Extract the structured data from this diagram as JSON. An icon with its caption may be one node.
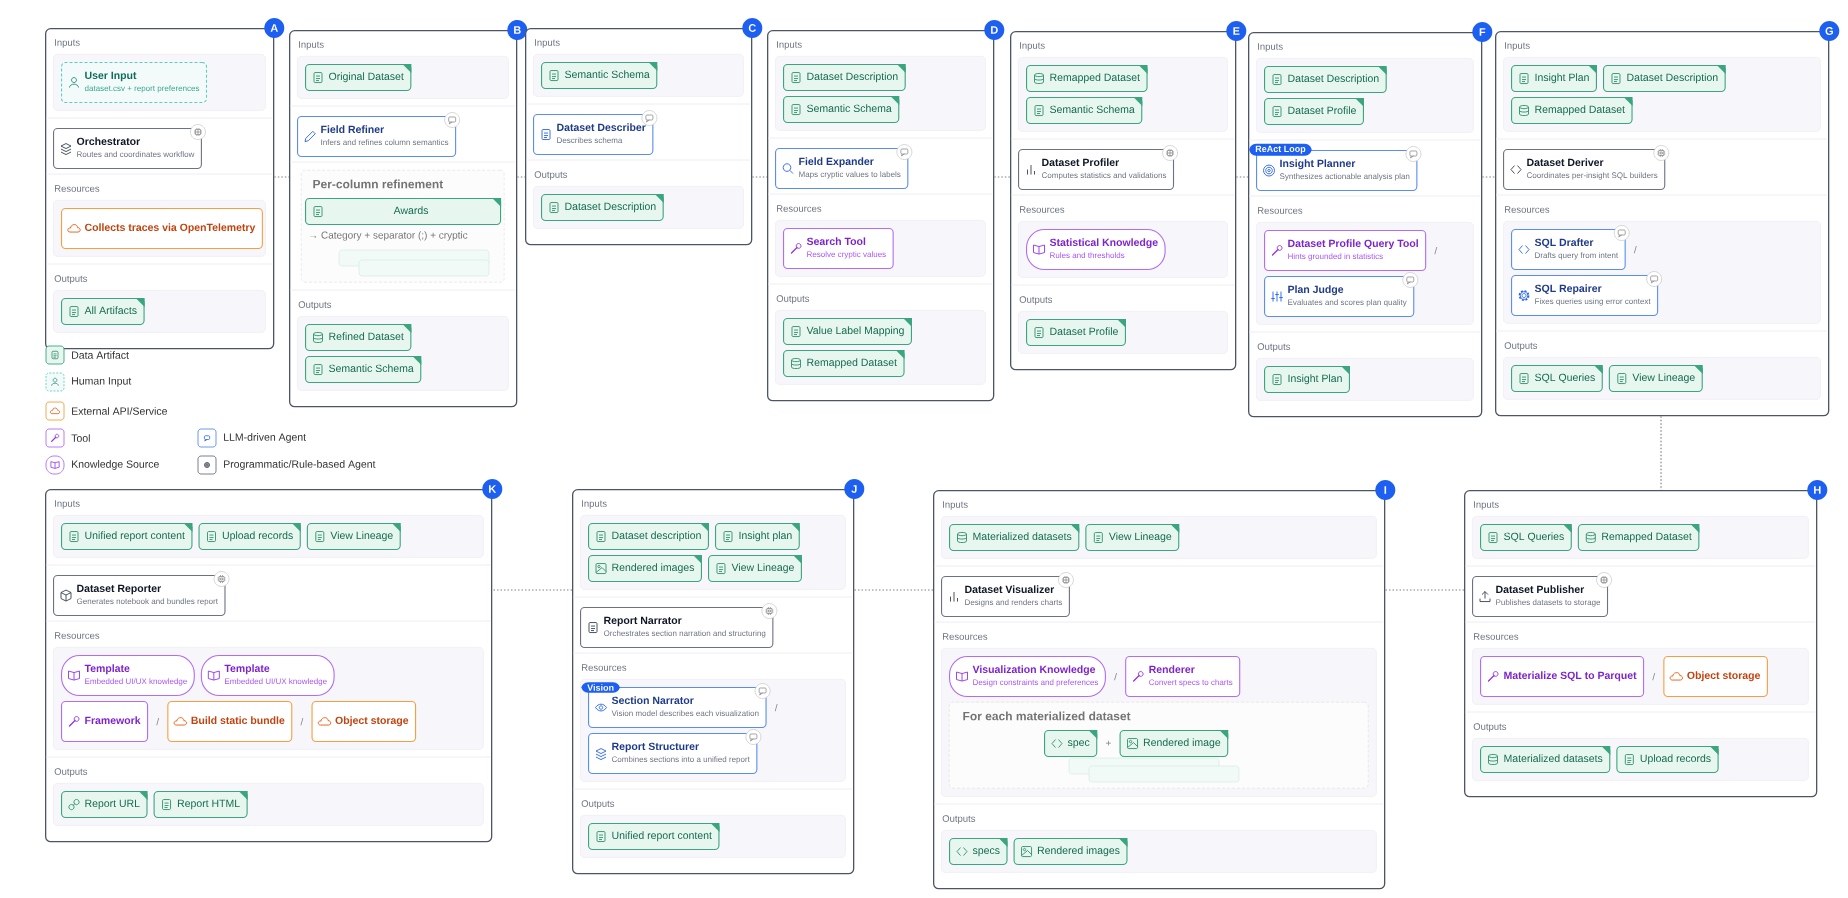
{
  "diagram": {
    "nodes": [
      {
        "text": [
          "A"
        ]
      },
      {
        "text": [
          "Inputs"
        ],
        "in": 0
      },
      {
        "text": [
          "User Input",
          "dataset.csv + report preferences"
        ],
        "in": 1
      },
      {
        "text": [
          "Orchestrator",
          "Routes and coordinates workflow"
        ],
        "in": 0
      },
      {
        "text": [
          "Resources"
        ],
        "in": 0
      },
      {
        "text": [
          "Collects traces via OpenTelemetry"
        ],
        "in": 4
      },
      {
        "text": [
          "Outputs"
        ],
        "in": 0
      },
      {
        "text": [
          "All Artifacts"
        ],
        "in": 6
      },
      {
        "text": [
          "B"
        ]
      },
      {
        "text": [
          "Inputs"
        ],
        "in": 8
      },
      {
        "text": [
          "Original Dataset"
        ],
        "in": 9
      },
      {
        "text": [
          "Field Refiner",
          "Infers and refines column semantics"
        ],
        "in": 8
      },
      {
        "text": [
          "Per-column refinement"
        ],
        "in": 8
      },
      {
        "text": [
          "Awards"
        ],
        "in": 12,
        "beside": [
          "→ Category + separator (;) + cryptic"
        ]
      },
      {
        "text": [
          "Outputs"
        ],
        "in": 8
      },
      {
        "text": [
          "Refined Dataset"
        ],
        "in": 14
      },
      {
        "text": [
          "Semantic Schema"
        ],
        "in": 14
      },
      {
        "text": [
          "C"
        ]
      },
      {
        "text": [
          "Inputs"
        ],
        "in": 17
      },
      {
        "text": [
          "Semantic Schema"
        ],
        "in": 18
      },
      {
        "text": [
          "Dataset Describer",
          "Describes schema"
        ],
        "in": 17
      },
      {
        "text": [
          "Outputs"
        ],
        "in": 17
      },
      {
        "text": [
          "Dataset Description"
        ],
        "in": 21
      },
      {
        "text": [
          "D"
        ]
      },
      {
        "text": [
          "Inputs"
        ],
        "in": 23
      },
      {
        "text": [
          "Dataset Description"
        ],
        "in": 24
      },
      {
        "text": [
          "Semantic Schema"
        ],
        "in": 24
      },
      {
        "text": [
          "Field Expander",
          "Maps cryptic values to labels"
        ],
        "in": 23
      },
      {
        "text": [
          "Resources"
        ],
        "in": 23
      },
      {
        "text": [
          "Search Tool",
          "Resolve cryptic values"
        ],
        "in": 28
      },
      {
        "text": [
          "Outputs"
        ],
        "in": 23
      },
      {
        "text": [
          "Value Label Mapping"
        ],
        "in": 30
      },
      {
        "text": [
          "Remapped Dataset"
        ],
        "in": 30
      },
      {
        "text": [
          "E"
        ]
      },
      {
        "text": [
          "Inputs"
        ],
        "in": 33
      },
      {
        "text": [
          "Remapped Dataset"
        ],
        "in": 34
      },
      {
        "text": [
          "Semantic Schema"
        ],
        "in": 34
      },
      {
        "text": [
          "Dataset Profiler",
          "Computes statistics and validations"
        ],
        "in": 33
      },
      {
        "text": [
          "Resources"
        ],
        "in": 33
      },
      {
        "text": [
          "Statistical Knowledge",
          "Rules and thresholds"
        ],
        "in": 38
      },
      {
        "text": [
          "Outputs"
        ],
        "in": 33
      },
      {
        "text": [
          "Dataset Profile"
        ],
        "in": 40
      },
      {
        "text": [
          "F"
        ]
      },
      {
        "text": [
          "Inputs"
        ],
        "in": 42
      },
      {
        "text": [
          "Dataset Description"
        ],
        "in": 43
      },
      {
        "text": [
          "Dataset Profile"
        ],
        "in": 43
      },
      {
        "text": [
          "Insight Planner",
          "Synthesizes actionable analysis plan"
        ],
        "in": 42,
        "beside": [
          "ReAct Loop"
        ]
      },
      {
        "text": [
          "Resources"
        ],
        "in": 42
      },
      {
        "text": [
          "Dataset Profile Query Tool",
          "Hints grounded in statistics"
        ],
        "in": 47
      },
      {
        "text": [
          "Plan Judge",
          "Evaluates and scores plan quality"
        ],
        "in": 47
      },
      {
        "text": [
          "Outputs"
        ],
        "in": 42
      },
      {
        "text": [
          "Insight Plan"
        ],
        "in": 50
      },
      {
        "text": [
          "G"
        ]
      },
      {
        "text": [
          "Inputs"
        ],
        "in": 52
      },
      {
        "text": [
          "Insight Plan"
        ],
        "in": 53
      },
      {
        "text": [
          "Dataset Description"
        ],
        "in": 53
      },
      {
        "text": [
          "Remapped Dataset"
        ],
        "in": 53
      },
      {
        "text": [
          "Dataset Deriver",
          "Coordinates per-insight SQL builders"
        ],
        "in": 52
      },
      {
        "text": [
          "Resources"
        ],
        "in": 52
      },
      {
        "text": [
          "SQL Drafter",
          "Drafts query from intent"
        ],
        "in": 58
      },
      {
        "text": [
          "SQL Repairer",
          "Fixes queries using error context"
        ],
        "in": 58
      },
      {
        "text": [
          "Outputs"
        ],
        "in": 52
      },
      {
        "text": [
          "SQL Queries"
        ],
        "in": 61
      },
      {
        "text": [
          "View Lineage"
        ],
        "in": 61
      },
      {
        "text": [
          "H"
        ]
      },
      {
        "text": [
          "Inputs"
        ],
        "in": 64
      },
      {
        "text": [
          "SQL Queries"
        ],
        "in": 65
      },
      {
        "text": [
          "Remapped Dataset"
        ],
        "in": 65
      },
      {
        "text": [
          "Dataset Publisher",
          "Publishes datasets to storage"
        ],
        "in": 64
      },
      {
        "text": [
          "Resources"
        ],
        "in": 64
      },
      {
        "text": [
          "Materialize SQL to Parquet"
        ],
        "in": 69
      },
      {
        "text": [
          "Object storage"
        ],
        "in": 69
      },
      {
        "text": [
          "Outputs"
        ],
        "in": 64
      },
      {
        "text": [
          "Materialized datasets"
        ],
        "in": 72
      },
      {
        "text": [
          "Upload records"
        ],
        "in": 72
      },
      {
        "text": [
          "I"
        ]
      },
      {
        "text": [
          "Inputs"
        ],
        "in": 75
      },
      {
        "text": [
          "Materialized datasets"
        ],
        "in": 76
      },
      {
        "text": [
          "View Lineage"
        ],
        "in": 76
      },
      {
        "text": [
          "Dataset Visualizer",
          "Designs and renders charts"
        ],
        "in": 75
      },
      {
        "text": [
          "Resources"
        ],
        "in": 75
      },
      {
        "text": [
          "Visualization Knowledge",
          "Design constraints and preferences"
        ],
        "in": 80
      },
      {
        "text": [
          "Renderer",
          "Convert specs to charts"
        ],
        "in": 80
      },
      {
        "text": [
          "For each materialized dataset"
        ],
        "in": 80
      },
      {
        "text": [
          "spec"
        ],
        "in": 83
      },
      {
        "text": [
          "Rendered image"
        ],
        "in": 83
      },
      {
        "text": [
          "Outputs"
        ],
        "in": 75
      },
      {
        "text": [
          "specs"
        ],
        "in": 86
      },
      {
        "text": [
          "Rendered images"
        ],
        "in": 86
      },
      {
        "text": [
          "J"
        ]
      },
      {
        "text": [
          "Inputs"
        ],
        "in": 89
      },
      {
        "text": [
          "Dataset description"
        ],
        "in": 90
      },
      {
        "text": [
          "Insight plan"
        ],
        "in": 90
      },
      {
        "text": [
          "Rendered images"
        ],
        "in": 90
      },
      {
        "text": [
          "View Lineage"
        ],
        "in": 90
      },
      {
        "text": [
          "Report Narrator",
          "Orchestrates section narration and structuring"
        ],
        "in": 89
      },
      {
        "text": [
          "Resources"
        ],
        "in": 89
      },
      {
        "text": [
          "Section Narrator",
          "Vision model describes each visualization"
        ],
        "in": 96,
        "beside": [
          "Vision"
        ]
      },
      {
        "text": [
          "Report Structurer",
          "Combines sections into a unified report"
        ],
        "in": 96
      },
      {
        "text": [
          "Outputs"
        ],
        "in": 89
      },
      {
        "text": [
          "Unified report content"
        ],
        "in": 99
      },
      {
        "text": [
          "K"
        ]
      },
      {
        "text": [
          "Inputs"
        ],
        "in": 101
      },
      {
        "text": [
          "Unified report content"
        ],
        "in": 102
      },
      {
        "text": [
          "Upload records"
        ],
        "in": 102
      },
      {
        "text": [
          "View Lineage"
        ],
        "in": 102
      },
      {
        "text": [
          "Dataset Reporter",
          "Generates notebook and bundles report"
        ],
        "in": 101
      },
      {
        "text": [
          "Resources"
        ],
        "in": 101
      },
      {
        "text": [
          "Template",
          "Embedded UI/UX knowledge"
        ],
        "in": 107
      },
      {
        "text": [
          "Template",
          "Embedded UI/UX knowledge"
        ],
        "in": 107
      },
      {
        "text": [
          "Framework"
        ],
        "in": 107
      },
      {
        "text": [
          "Build static bundle"
        ],
        "in": 107
      },
      {
        "text": [
          "Object storage"
        ],
        "in": 107
      },
      {
        "text": [
          "Outputs"
        ],
        "in": 101
      },
      {
        "text": [
          "Report URL"
        ],
        "in": 113
      },
      {
        "text": [
          "Report HTML"
        ],
        "in": 113
      }
    ],
    "edges": [
      {
        "from": 0,
        "to": 8,
        "arrow": "none",
        "style": "dashed"
      },
      {
        "from": 8,
        "to": 17,
        "arrow": "none",
        "style": "dashed"
      },
      {
        "from": 17,
        "to": 23,
        "arrow": "none",
        "style": "dashed"
      },
      {
        "from": 23,
        "to": 33,
        "arrow": "none",
        "style": "dashed"
      },
      {
        "from": 33,
        "to": 42,
        "arrow": "none",
        "style": "dashed"
      },
      {
        "from": 42,
        "to": 52,
        "arrow": "none",
        "style": "dashed"
      },
      {
        "from": 52,
        "to": 64,
        "arrow": "none",
        "style": "dashed"
      },
      {
        "from": 64,
        "to": 75,
        "arrow": "none",
        "style": "dashed"
      },
      {
        "from": 75,
        "to": 89,
        "arrow": "none",
        "style": "dashed"
      },
      {
        "from": 89,
        "to": 101,
        "arrow": "none",
        "style": "dashed"
      }
    ],
    "labels": [
      "/",
      "/",
      "/",
      "/",
      "/",
      "/",
      "+",
      "/"
    ],
    "legend": [
      {
        "text": "Data Artifact"
      },
      {
        "text": "Human Input"
      },
      {
        "text": "External API/Service"
      },
      {
        "text": "Tool"
      },
      {
        "text": "LLM-driven Agent"
      },
      {
        "text": "Knowledge Source"
      },
      {
        "text": "Programmatic/Rule-based Agent"
      }
    ]
  }
}
